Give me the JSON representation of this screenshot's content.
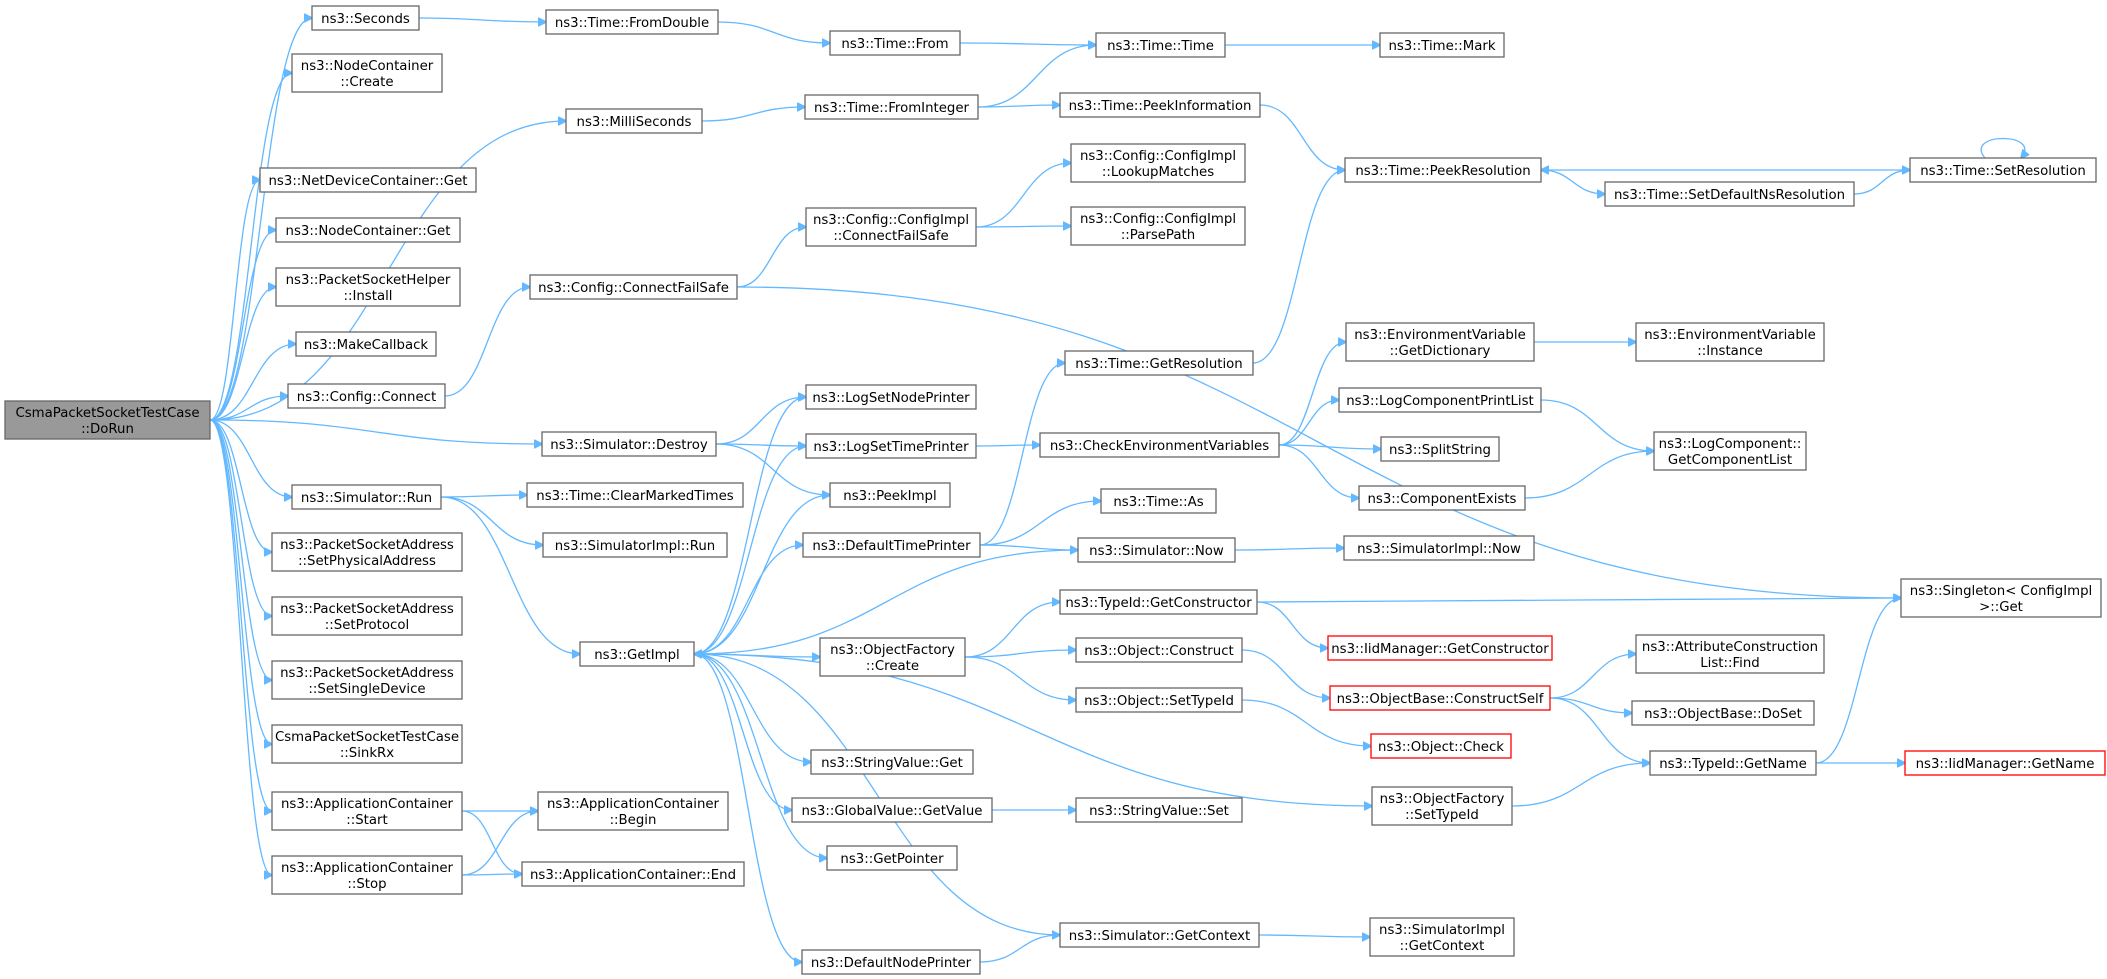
{
  "diagram": {
    "nodes": [
      {
        "id": "root",
        "lines": [
          "CsmaPacketSocketTestCase",
          "::DoRun"
        ],
        "style": "root"
      },
      {
        "id": "seconds",
        "lines": [
          "ns3::Seconds"
        ]
      },
      {
        "id": "nc_create",
        "lines": [
          "ns3::NodeContainer",
          "::Create"
        ]
      },
      {
        "id": "ndc_get",
        "lines": [
          "ns3::NetDeviceContainer::Get"
        ]
      },
      {
        "id": "nc_get",
        "lines": [
          "ns3::NodeContainer::Get"
        ]
      },
      {
        "id": "psh_install",
        "lines": [
          "ns3::PacketSocketHelper",
          "::Install"
        ]
      },
      {
        "id": "makecallback",
        "lines": [
          "ns3::MakeCallback"
        ]
      },
      {
        "id": "cfg_connect",
        "lines": [
          "ns3::Config::Connect"
        ]
      },
      {
        "id": "sim_run",
        "lines": [
          "ns3::Simulator::Run"
        ]
      },
      {
        "id": "psa_setphys",
        "lines": [
          "ns3::PacketSocketAddress",
          "::SetPhysicalAddress"
        ]
      },
      {
        "id": "psa_setproto",
        "lines": [
          "ns3::PacketSocketAddress",
          "::SetProtocol"
        ]
      },
      {
        "id": "psa_setsingle",
        "lines": [
          "ns3::PacketSocketAddress",
          "::SetSingleDevice"
        ]
      },
      {
        "id": "sinkrx",
        "lines": [
          "CsmaPacketSocketTestCase",
          "::SinkRx"
        ]
      },
      {
        "id": "ac_start",
        "lines": [
          "ns3::ApplicationContainer",
          "::Start"
        ]
      },
      {
        "id": "ac_stop",
        "lines": [
          "ns3::ApplicationContainer",
          "::Stop"
        ]
      },
      {
        "id": "time_fromdouble",
        "lines": [
          "ns3::Time::FromDouble"
        ]
      },
      {
        "id": "millis",
        "lines": [
          "ns3::MilliSeconds"
        ]
      },
      {
        "id": "cfg_connectfs",
        "lines": [
          "ns3::Config::ConnectFailSafe"
        ]
      },
      {
        "id": "sim_destroy",
        "lines": [
          "ns3::Simulator::Destroy"
        ]
      },
      {
        "id": "time_clearmarked",
        "lines": [
          "ns3::Time::ClearMarkedTimes"
        ]
      },
      {
        "id": "simimpl_run",
        "lines": [
          "ns3::SimulatorImpl::Run"
        ]
      },
      {
        "id": "getimpl",
        "lines": [
          "ns3::GetImpl"
        ]
      },
      {
        "id": "ac_begin",
        "lines": [
          "ns3::ApplicationContainer",
          "::Begin"
        ]
      },
      {
        "id": "ac_end",
        "lines": [
          "ns3::ApplicationContainer::End"
        ]
      },
      {
        "id": "time_from",
        "lines": [
          "ns3::Time::From"
        ]
      },
      {
        "id": "time_frominteger",
        "lines": [
          "ns3::Time::FromInteger"
        ]
      },
      {
        "id": "cfgimpl_connectfs",
        "lines": [
          "ns3::Config::ConfigImpl",
          "::ConnectFailSafe"
        ]
      },
      {
        "id": "lognodeprinter",
        "lines": [
          "ns3::LogSetNodePrinter"
        ]
      },
      {
        "id": "logtimeprinter",
        "lines": [
          "ns3::LogSetTimePrinter"
        ]
      },
      {
        "id": "peekimpl",
        "lines": [
          "ns3::PeekImpl"
        ]
      },
      {
        "id": "defaulttimeprinter",
        "lines": [
          "ns3::DefaultTimePrinter"
        ]
      },
      {
        "id": "objfactory_create",
        "lines": [
          "ns3::ObjectFactory",
          "::Create"
        ]
      },
      {
        "id": "stringvalue_get",
        "lines": [
          "ns3::StringValue::Get"
        ]
      },
      {
        "id": "globalvalue_getvalue",
        "lines": [
          "ns3::GlobalValue::GetValue"
        ]
      },
      {
        "id": "getpointer",
        "lines": [
          "ns3::GetPointer"
        ]
      },
      {
        "id": "defaultnodeprinter",
        "lines": [
          "ns3::DefaultNodePrinter"
        ]
      },
      {
        "id": "time_time",
        "lines": [
          "ns3::Time::Time"
        ]
      },
      {
        "id": "time_peekinfo",
        "lines": [
          "ns3::Time::PeekInformation"
        ]
      },
      {
        "id": "cfgimpl_lookup",
        "lines": [
          "ns3::Config::ConfigImpl",
          "::LookupMatches"
        ]
      },
      {
        "id": "cfgimpl_parsepath",
        "lines": [
          "ns3::Config::ConfigImpl",
          "::ParsePath"
        ]
      },
      {
        "id": "time_getres",
        "lines": [
          "ns3::Time::GetResolution"
        ]
      },
      {
        "id": "checkenv",
        "lines": [
          "ns3::CheckEnvironmentVariables"
        ]
      },
      {
        "id": "time_as",
        "lines": [
          "ns3::Time::As"
        ]
      },
      {
        "id": "sim_now",
        "lines": [
          "ns3::Simulator::Now"
        ]
      },
      {
        "id": "typeid_getctor",
        "lines": [
          "ns3::TypeId::GetConstructor"
        ]
      },
      {
        "id": "object_construct",
        "lines": [
          "ns3::Object::Construct"
        ]
      },
      {
        "id": "object_settypeid",
        "lines": [
          "ns3::Object::SetTypeId"
        ]
      },
      {
        "id": "stringvalue_set",
        "lines": [
          "ns3::StringValue::Set"
        ]
      },
      {
        "id": "sim_getcontext",
        "lines": [
          "ns3::Simulator::GetContext"
        ]
      },
      {
        "id": "time_mark",
        "lines": [
          "ns3::Time::Mark"
        ]
      },
      {
        "id": "time_peekres",
        "lines": [
          "ns3::Time::PeekResolution"
        ]
      },
      {
        "id": "envvar_getdict",
        "lines": [
          "ns3::EnvironmentVariable",
          "::GetDictionary"
        ]
      },
      {
        "id": "logcomp_printlist",
        "lines": [
          "ns3::LogComponentPrintList"
        ]
      },
      {
        "id": "splitstring",
        "lines": [
          "ns3::SplitString"
        ]
      },
      {
        "id": "compexists",
        "lines": [
          "ns3::ComponentExists"
        ]
      },
      {
        "id": "simimpl_now",
        "lines": [
          "ns3::SimulatorImpl::Now"
        ]
      },
      {
        "id": "iid_getctor",
        "lines": [
          "ns3::IidManager::GetConstructor"
        ],
        "style": "red"
      },
      {
        "id": "objbase_constructself",
        "lines": [
          "ns3::ObjectBase::ConstructSelf"
        ],
        "style": "red"
      },
      {
        "id": "object_check",
        "lines": [
          "ns3::Object::Check"
        ],
        "style": "red"
      },
      {
        "id": "objfactory_settypeid",
        "lines": [
          "ns3::ObjectFactory",
          "::SetTypeId"
        ]
      },
      {
        "id": "simimpl_getcontext",
        "lines": [
          "ns3::SimulatorImpl",
          "::GetContext"
        ]
      },
      {
        "id": "time_setdefaultns",
        "lines": [
          "ns3::Time::SetDefaultNsResolution"
        ]
      },
      {
        "id": "time_setres",
        "lines": [
          "ns3::Time::SetResolution"
        ]
      },
      {
        "id": "envvar_instance",
        "lines": [
          "ns3::EnvironmentVariable",
          "::Instance"
        ]
      },
      {
        "id": "logcomp_getlist",
        "lines": [
          "ns3::LogComponent::",
          "GetComponentList"
        ]
      },
      {
        "id": "attrcons_find",
        "lines": [
          "ns3::AttributeConstruction",
          "List::Find"
        ]
      },
      {
        "id": "objbase_doset",
        "lines": [
          "ns3::ObjectBase::DoSet"
        ]
      },
      {
        "id": "typeid_getname",
        "lines": [
          "ns3::TypeId::GetName"
        ]
      },
      {
        "id": "singleton_get",
        "lines": [
          "ns3::Singleton< ConfigImpl",
          " >::Get"
        ]
      },
      {
        "id": "iid_getname",
        "lines": [
          "ns3::IidManager::GetName"
        ],
        "style": "red"
      }
    ],
    "edges": [
      [
        "root",
        "seconds"
      ],
      [
        "root",
        "nc_create"
      ],
      [
        "root",
        "millis"
      ],
      [
        "root",
        "ndc_get"
      ],
      [
        "root",
        "nc_get"
      ],
      [
        "root",
        "psh_install"
      ],
      [
        "root",
        "makecallback"
      ],
      [
        "root",
        "cfg_connect"
      ],
      [
        "root",
        "sim_destroy"
      ],
      [
        "root",
        "sim_run"
      ],
      [
        "root",
        "psa_setphys"
      ],
      [
        "root",
        "psa_setproto"
      ],
      [
        "root",
        "psa_setsingle"
      ],
      [
        "root",
        "sinkrx"
      ],
      [
        "root",
        "ac_start"
      ],
      [
        "root",
        "ac_stop"
      ],
      [
        "seconds",
        "time_fromdouble"
      ],
      [
        "time_fromdouble",
        "time_from"
      ],
      [
        "time_from",
        "time_time"
      ],
      [
        "time_time",
        "time_mark"
      ],
      [
        "millis",
        "time_frominteger"
      ],
      [
        "time_frominteger",
        "time_time"
      ],
      [
        "time_frominteger",
        "time_peekinfo"
      ],
      [
        "time_peekinfo",
        "time_peekres"
      ],
      [
        "time_peekres",
        "time_setdefaultns"
      ],
      [
        "time_setdefaultns",
        "time_setres"
      ],
      [
        "time_setres",
        "time_peekres"
      ],
      [
        "time_setres",
        "time_setres"
      ],
      [
        "cfg_connect",
        "cfg_connectfs"
      ],
      [
        "cfg_connectfs",
        "cfgimpl_connectfs"
      ],
      [
        "cfg_connectfs",
        "singleton_get"
      ],
      [
        "cfgimpl_connectfs",
        "cfgimpl_lookup"
      ],
      [
        "cfgimpl_connectfs",
        "cfgimpl_parsepath"
      ],
      [
        "sim_destroy",
        "lognodeprinter"
      ],
      [
        "sim_destroy",
        "logtimeprinter"
      ],
      [
        "sim_destroy",
        "peekimpl"
      ],
      [
        "logtimeprinter",
        "checkenv"
      ],
      [
        "sim_run",
        "time_clearmarked"
      ],
      [
        "sim_run",
        "simimpl_run"
      ],
      [
        "sim_run",
        "getimpl"
      ],
      [
        "ac_start",
        "ac_begin"
      ],
      [
        "ac_start",
        "ac_end"
      ],
      [
        "ac_stop",
        "ac_begin"
      ],
      [
        "ac_stop",
        "ac_end"
      ],
      [
        "getimpl",
        "lognodeprinter"
      ],
      [
        "getimpl",
        "logtimeprinter"
      ],
      [
        "getimpl",
        "peekimpl"
      ],
      [
        "getimpl",
        "defaulttimeprinter"
      ],
      [
        "getimpl",
        "objfactory_create"
      ],
      [
        "getimpl",
        "stringvalue_get"
      ],
      [
        "getimpl",
        "globalvalue_getvalue"
      ],
      [
        "getimpl",
        "getpointer"
      ],
      [
        "getimpl",
        "defaultnodeprinter"
      ],
      [
        "getimpl",
        "objfactory_settypeid"
      ],
      [
        "defaulttimeprinter",
        "time_getres"
      ],
      [
        "defaulttimeprinter",
        "time_as"
      ],
      [
        "defaulttimeprinter",
        "sim_now"
      ],
      [
        "time_getres",
        "time_peekres"
      ],
      [
        "checkenv",
        "envvar_getdict"
      ],
      [
        "checkenv",
        "logcomp_printlist"
      ],
      [
        "checkenv",
        "splitstring"
      ],
      [
        "checkenv",
        "compexists"
      ],
      [
        "envvar_getdict",
        "envvar_instance"
      ],
      [
        "logcomp_printlist",
        "logcomp_getlist"
      ],
      [
        "compexists",
        "logcomp_getlist"
      ],
      [
        "sim_now",
        "getimpl"
      ],
      [
        "sim_now",
        "simimpl_now"
      ],
      [
        "objfactory_create",
        "typeid_getctor"
      ],
      [
        "objfactory_create",
        "object_construct"
      ],
      [
        "objfactory_create",
        "object_settypeid"
      ],
      [
        "typeid_getctor",
        "iid_getctor"
      ],
      [
        "typeid_getctor",
        "singleton_get"
      ],
      [
        "object_construct",
        "objbase_constructself"
      ],
      [
        "objbase_constructself",
        "attrcons_find"
      ],
      [
        "objbase_constructself",
        "objbase_doset"
      ],
      [
        "objbase_constructself",
        "typeid_getname"
      ],
      [
        "object_settypeid",
        "object_check"
      ],
      [
        "objfactory_settypeid",
        "typeid_getname"
      ],
      [
        "typeid_getname",
        "iid_getname"
      ],
      [
        "typeid_getname",
        "singleton_get"
      ],
      [
        "globalvalue_getvalue",
        "stringvalue_set"
      ],
      [
        "defaultnodeprinter",
        "sim_getcontext"
      ],
      [
        "sim_getcontext",
        "getimpl"
      ],
      [
        "sim_getcontext",
        "simimpl_getcontext"
      ]
    ]
  }
}
